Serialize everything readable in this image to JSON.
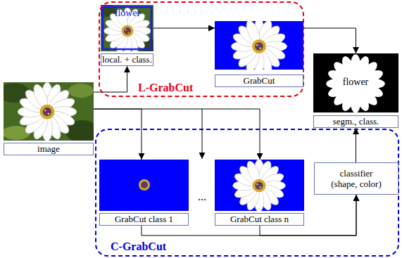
{
  "diagram": {
    "nodes": [
      {
        "text": [
          "L-GrabCut"
        ]
      },
      {
        "text": [
          "local. + class."
        ],
        "in": 0
      },
      {
        "text": [
          "GrabCut"
        ],
        "in": 0
      },
      {
        "text": [
          "image"
        ]
      },
      {
        "text": [
          "segm., class."
        ]
      },
      {
        "text": [
          "C-GrabCut"
        ]
      },
      {
        "text": [
          "GrabCut class 1"
        ],
        "in": 5
      },
      {
        "text": [
          "GrabCut class n"
        ],
        "in": 5
      },
      {
        "text": [
          "classifier (shape, color)"
        ],
        "in": 5
      }
    ],
    "edges": [
      {
        "from": 3,
        "to": 1,
        "arrow": "to"
      },
      {
        "from": 1,
        "to": 2,
        "arrow": "to"
      },
      {
        "from": 2,
        "to": 4,
        "arrow": "to"
      },
      {
        "from": 3,
        "to": 6,
        "arrow": "to"
      },
      {
        "from": 3,
        "to": 7,
        "arrow": "to"
      },
      {
        "from": 6,
        "to": 8,
        "arrow": "to"
      },
      {
        "from": 7,
        "to": 8,
        "arrow": "to"
      },
      {
        "from": 8,
        "to": 4,
        "arrow": "to"
      }
    ],
    "labels": [
      "flower",
      "flower",
      "..."
    ]
  }
}
